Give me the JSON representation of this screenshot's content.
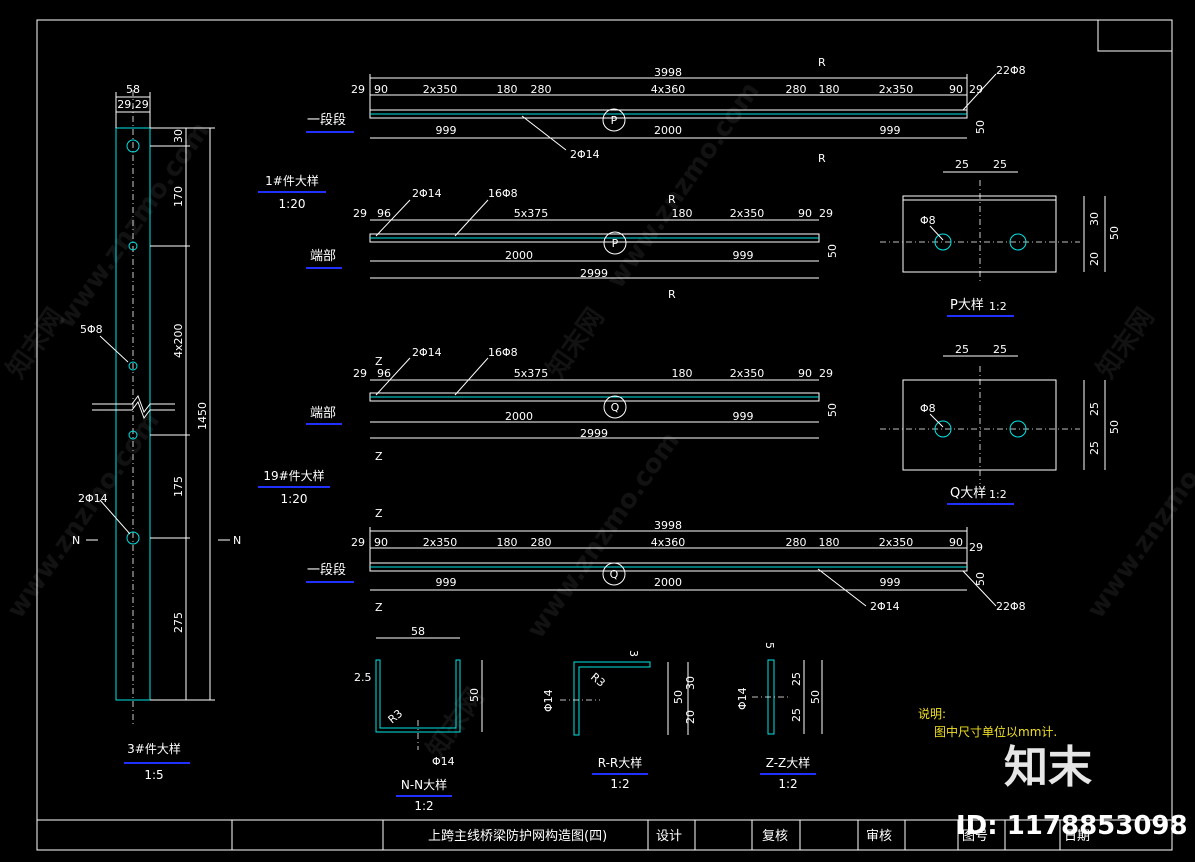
{
  "title_block": {
    "drawing_title": "上跨主线桥梁防护网构造图(四)",
    "design": "设计",
    "review": "复核",
    "approve": "审核",
    "drawing_no": "图号",
    "date": "日期"
  },
  "part3": {
    "name": "3#件大样",
    "scale": "1:5",
    "dims": [
      "58",
      "29,29",
      "30",
      "170",
      "4x200",
      "1450",
      "175",
      "275"
    ],
    "labels": [
      "5Φ8",
      "2Φ14",
      "N",
      "N"
    ]
  },
  "part1": {
    "name": "1#件大样",
    "scale": "1:20"
  },
  "part19": {
    "name": "19#件大样",
    "scale": "1:20"
  },
  "seg_top": {
    "name": "一段段",
    "total": "3998",
    "chain": [
      "29",
      "90",
      "2x350",
      "180",
      "280",
      "4x360",
      "280",
      "180",
      "2x350",
      "90",
      "29"
    ],
    "bottom": [
      "999",
      "2000",
      "999"
    ],
    "height": "50",
    "callouts": [
      "2Φ14",
      "22Φ8"
    ],
    "section": "R",
    "marker": "P"
  },
  "end_r": {
    "name": "端部",
    "chain": [
      "29",
      "96",
      "5x375",
      "180",
      "2x350",
      "90",
      "29"
    ],
    "bottom": [
      "2000",
      "999"
    ],
    "total": "2999",
    "height": "50",
    "callouts": [
      "2Φ14",
      "16Φ8"
    ],
    "section": "R",
    "marker": "P"
  },
  "end_z": {
    "name": "端部",
    "chain": [
      "29",
      "96",
      "5x375",
      "180",
      "2x350",
      "90",
      "29"
    ],
    "bottom": [
      "2000",
      "999"
    ],
    "total": "2999",
    "height": "50",
    "callouts": [
      "2Φ14",
      "16Φ8"
    ],
    "section": "Z",
    "marker": "Q"
  },
  "seg_bottom": {
    "name": "一段段",
    "total": "3998",
    "chain": [
      "29",
      "90",
      "2x350",
      "180",
      "280",
      "4x360",
      "280",
      "180",
      "2x350",
      "90",
      "29"
    ],
    "bottom": [
      "999",
      "2000",
      "999"
    ],
    "height": "50",
    "callouts": [
      "2Φ14",
      "22Φ8"
    ],
    "section": "Z",
    "marker": "Q"
  },
  "p_detail": {
    "name": "P大样",
    "scale": "1:2",
    "dims": [
      "25",
      "25",
      "30",
      "20",
      "50"
    ],
    "hole": "Φ8"
  },
  "q_detail": {
    "name": "Q大样",
    "scale": "1:2",
    "dims": [
      "25",
      "25",
      "25",
      "25",
      "50"
    ],
    "hole": "Φ8"
  },
  "nn_detail": {
    "name": "N-N大样",
    "scale": "1:2",
    "dims": [
      "58",
      "2.5",
      "50",
      "R3",
      "Φ14"
    ]
  },
  "rr_detail": {
    "name": "R-R大样",
    "scale": "1:2",
    "dims": [
      "3",
      "30",
      "20",
      "50",
      "Φ14",
      "R3"
    ]
  },
  "zz_detail": {
    "name": "Z-Z大样",
    "scale": "1:2",
    "dims": [
      "5",
      "25",
      "25",
      "50",
      "Φ14"
    ]
  },
  "note": {
    "heading": "说明:",
    "text": "图中尺寸单位以mm计."
  },
  "branding": {
    "logo": "知末",
    "id": "ID: 1178853098",
    "watermark": "www.znzmo.com",
    "watermark_cn": "知末网"
  },
  "colors": {
    "geometry": "#00e5e5",
    "underline": "#2030ff",
    "text": "#ffffff",
    "note": "#f0e020"
  }
}
